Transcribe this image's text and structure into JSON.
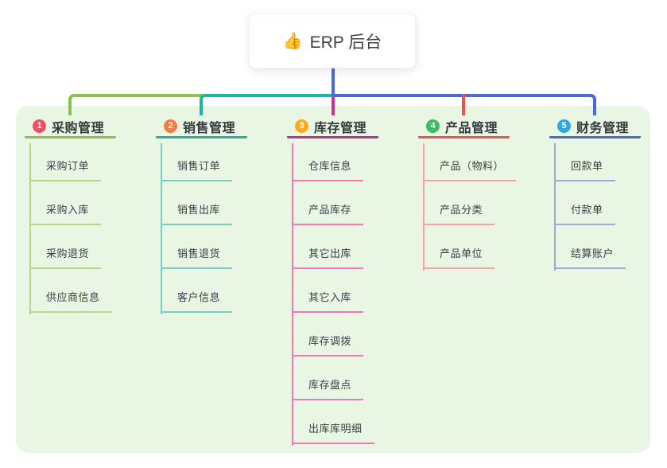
{
  "root": {
    "label": "ERP 后台",
    "emoji": "👍",
    "icon": "thumbs-up-icon"
  },
  "connector_color": "#4d68d8",
  "panel_bg": "#e9f6e3",
  "canvas_bg": "#ffffff",
  "branches": [
    {
      "badge": "1",
      "label": "采购管理",
      "color": "#8bc34a",
      "light_color": "#b2d98a",
      "badge_color": "#ee4f63",
      "items": [
        "采购订单",
        "采购入库",
        "采购退货",
        "供应商信息"
      ]
    },
    {
      "badge": "2",
      "label": "销售管理",
      "color": "#1db5a5",
      "light_color": "#79ccc2",
      "badge_color": "#f87b3d",
      "items": [
        "销售订单",
        "销售出库",
        "销售退货",
        "客户信息"
      ]
    },
    {
      "badge": "3",
      "label": "库存管理",
      "color": "#cb2f94",
      "light_color": "#ef7ab5",
      "badge_color": "#fbab1a",
      "items": [
        "仓库信息",
        "产品库存",
        "其它出库",
        "其它入库",
        "库存调拨",
        "库存盘点",
        "出库库明细"
      ]
    },
    {
      "badge": "4",
      "label": "产品管理",
      "color": "#ef5350",
      "light_color": "#f7a3a2",
      "badge_color": "#3dbb61",
      "items": [
        "产品（物料）",
        "产品分类",
        "产品单位"
      ]
    },
    {
      "badge": "5",
      "label": "财务管理",
      "color": "#4d68d8",
      "light_color": "#9cabdf",
      "badge_color": "#2aabe3",
      "items": [
        "回款单",
        "付款单",
        "结算账户"
      ]
    }
  ]
}
